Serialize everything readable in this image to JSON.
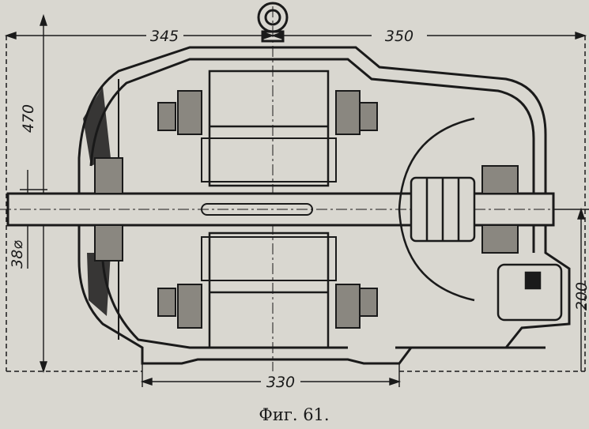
{
  "figure": {
    "caption": "Фиг. 61.",
    "dimensions": {
      "left_length": "345",
      "right_length": "350",
      "height": "470",
      "shaft_diameter": "38⌀",
      "foot_height": "200",
      "base_length": "330"
    }
  },
  "colors": {
    "paper": "#d9d7d0",
    "ink": "#1a1a1a"
  }
}
